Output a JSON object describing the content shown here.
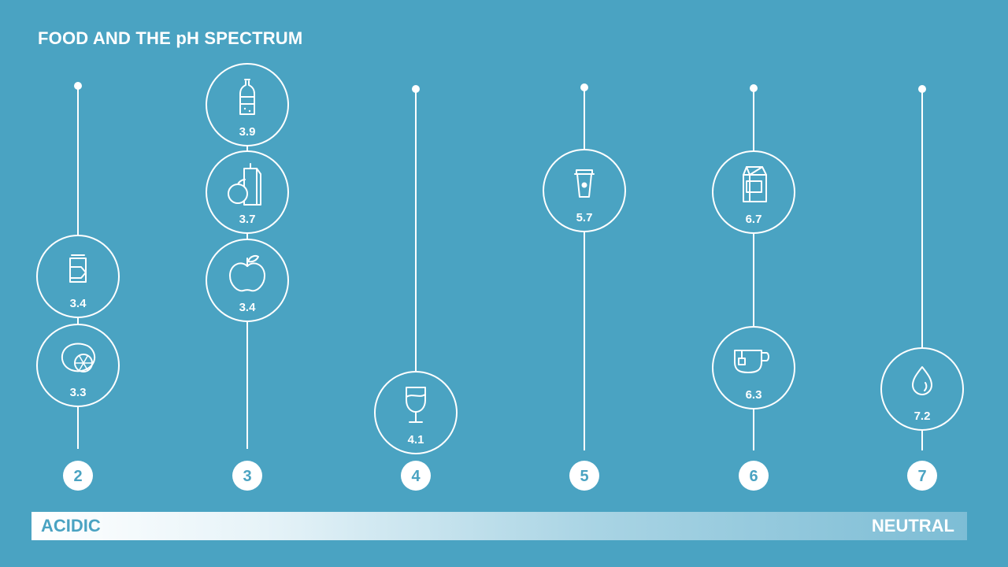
{
  "title": "FOOD AND THE pH SPECTRUM",
  "scale": {
    "left_label": "ACIDIC",
    "right_label": "NEUTRAL"
  },
  "colors": {
    "background": "#4aa3c2",
    "line": "#ffffff"
  },
  "columns": [
    {
      "ph": "2",
      "items": [
        {
          "value": "3.4",
          "icon": "soda-can-icon"
        },
        {
          "value": "3.3",
          "icon": "lemon-icon"
        }
      ]
    },
    {
      "ph": "3",
      "items": [
        {
          "value": "3.9",
          "icon": "bottle-icon"
        },
        {
          "value": "3.7",
          "icon": "juice-box-orange-icon"
        },
        {
          "value": "3.4",
          "icon": "apple-icon"
        }
      ]
    },
    {
      "ph": "4",
      "items": [
        {
          "value": "4.1",
          "icon": "wine-glass-icon"
        }
      ]
    },
    {
      "ph": "5",
      "items": [
        {
          "value": "5.7",
          "icon": "coffee-cup-icon"
        }
      ]
    },
    {
      "ph": "6",
      "items": [
        {
          "value": "6.7",
          "icon": "milk-carton-icon"
        },
        {
          "value": "6.3",
          "icon": "tea-cup-icon"
        }
      ]
    },
    {
      "ph": "7",
      "items": [
        {
          "value": "7.2",
          "icon": "water-drop-icon"
        }
      ]
    }
  ]
}
